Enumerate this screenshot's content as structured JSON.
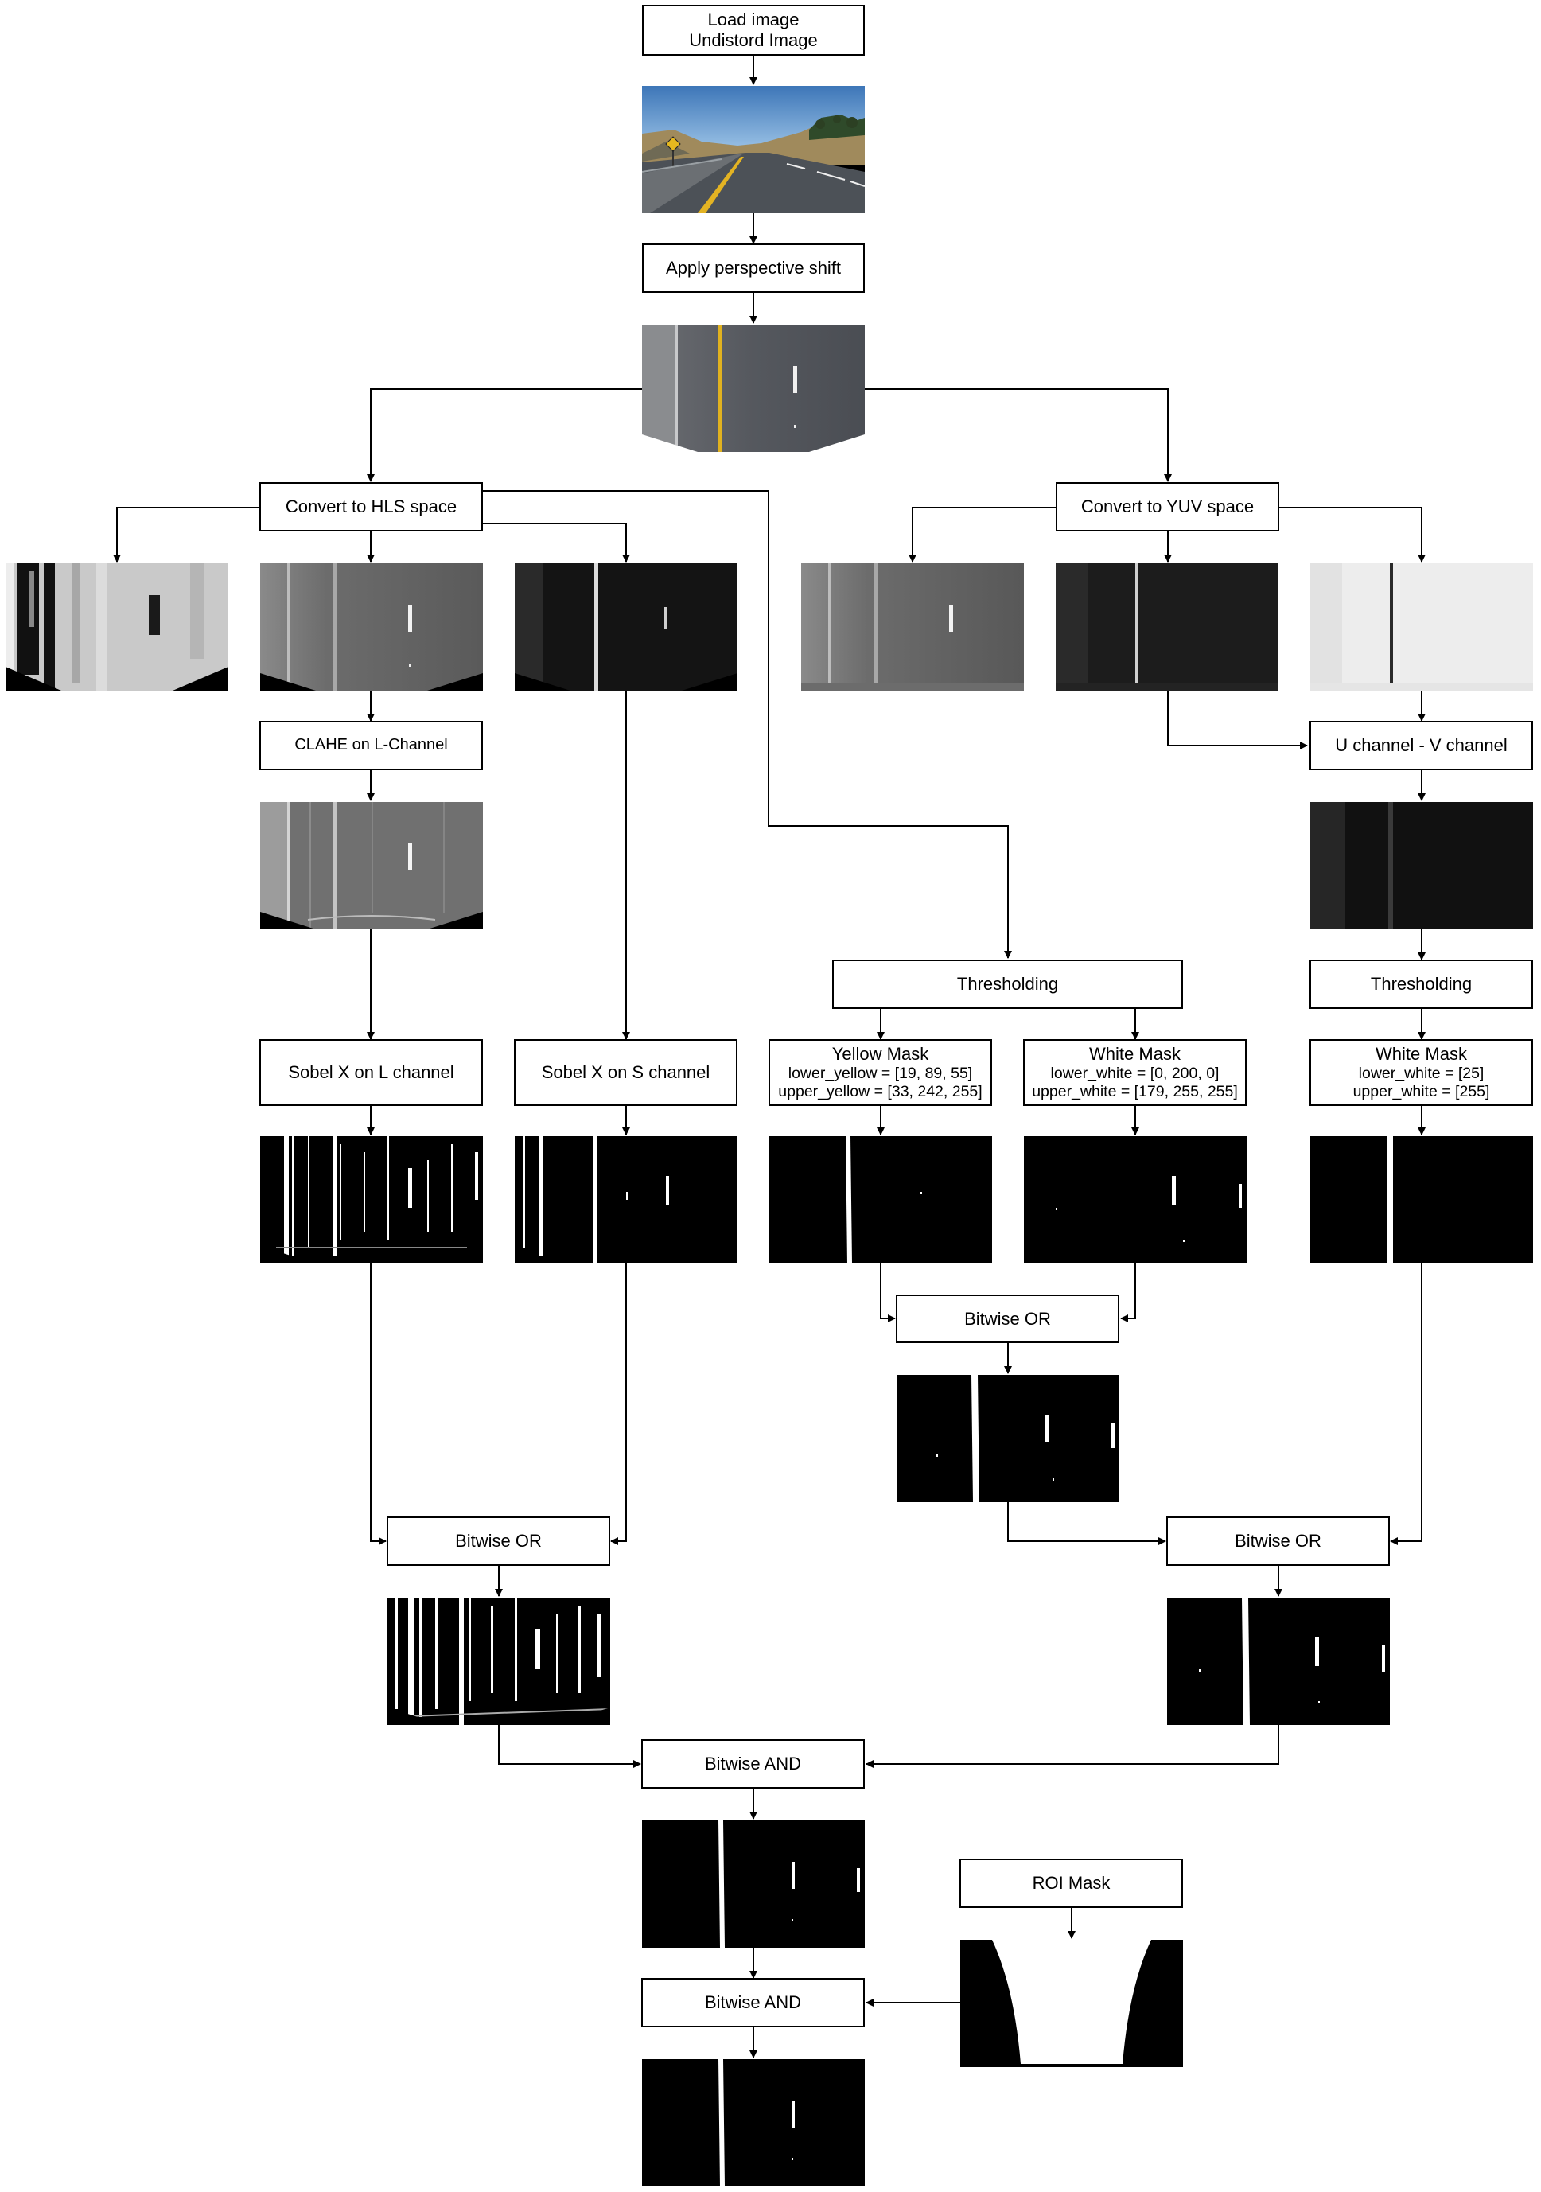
{
  "nodes": {
    "load": [
      "Load image",
      "Undistord Image"
    ],
    "perspective": "Apply perspective shift",
    "hls": "Convert to HLS space",
    "yuv": "Convert to YUV space",
    "clahe": "CLAHE on L-Channel",
    "uminusv": "U channel - V  channel",
    "thresh_mid": "Thresholding",
    "thresh_right": "Thresholding",
    "sobel_l": "Sobel X on L channel",
    "sobel_s": "Sobel X on S channel",
    "yellow_mask": [
      "Yellow Mask",
      "lower_yellow = [19, 89, 55]",
      "upper_yellow = [33, 242, 255]"
    ],
    "white_mask": [
      "White Mask",
      "lower_white = [0, 200, 0]",
      "upper_white = [179, 255, 255]"
    ],
    "white_mask_uv": [
      "White Mask",
      "lower_white = [25]",
      "upper_white = [255]"
    ],
    "or_color": "Bitwise OR",
    "or_sobel": "Bitwise OR",
    "or_final": "Bitwise OR",
    "and_1": "Bitwise AND",
    "roi": "ROI Mask",
    "and_2": "Bitwise AND"
  }
}
